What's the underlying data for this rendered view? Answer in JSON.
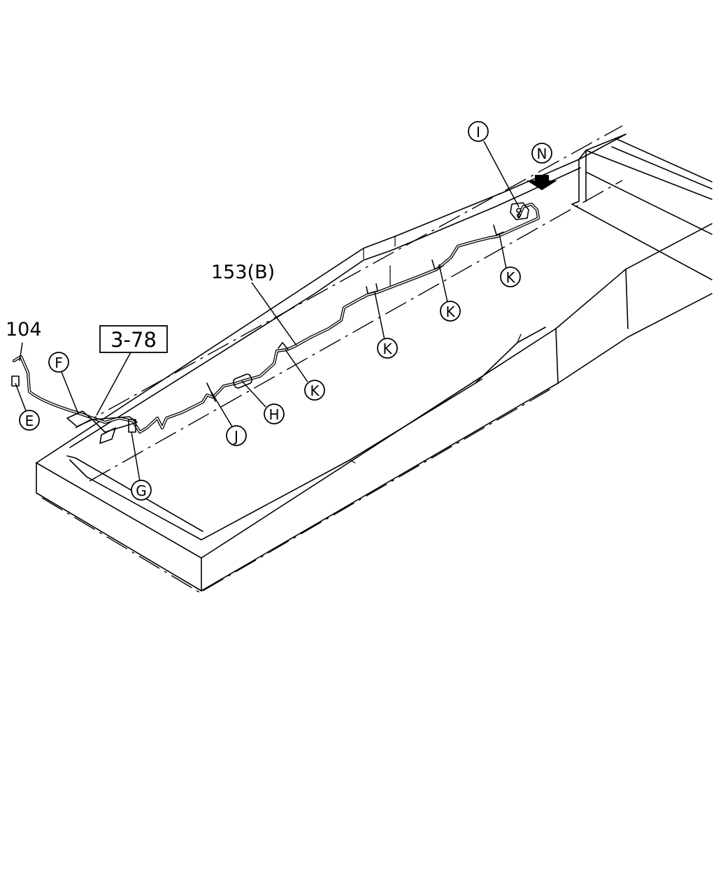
{
  "diagram": {
    "part_labels": {
      "p104": "104",
      "p153": "153(B)"
    },
    "ref_box": "3-78",
    "callouts": {
      "E": "E",
      "F": "F",
      "G": "G",
      "H": "H",
      "I": "I",
      "J": "J",
      "K1": "K",
      "K2": "K",
      "K3": "K",
      "K4": "K",
      "N": "N"
    }
  }
}
